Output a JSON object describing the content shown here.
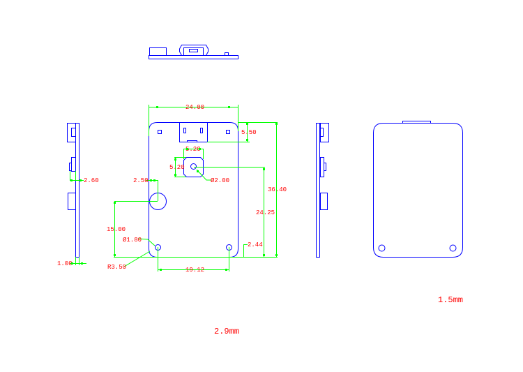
{
  "drawing": {
    "colors": {
      "outline": "#0000ff",
      "dimension": "#00ff00",
      "text": "#ff0000"
    },
    "dimensions": {
      "width": "24.00",
      "connector_depth": "5.50",
      "height": "36.40",
      "button_width": "5.20",
      "button_height": "5.20",
      "button_hole": "Ø2.00",
      "button_offset": "24.25",
      "circle_offset": "2.50",
      "circle_height": "15.00",
      "hole_diameter": "Ø1.80",
      "corner_radius": "R3.50",
      "hole_spacing": "19.12",
      "hole_offset": "2.44",
      "side_thickness": "2.60",
      "board_thickness": "1.00"
    },
    "notes": {
      "side_thickness_label": "1.5mm",
      "total_thickness_label": "2.9mm"
    }
  }
}
